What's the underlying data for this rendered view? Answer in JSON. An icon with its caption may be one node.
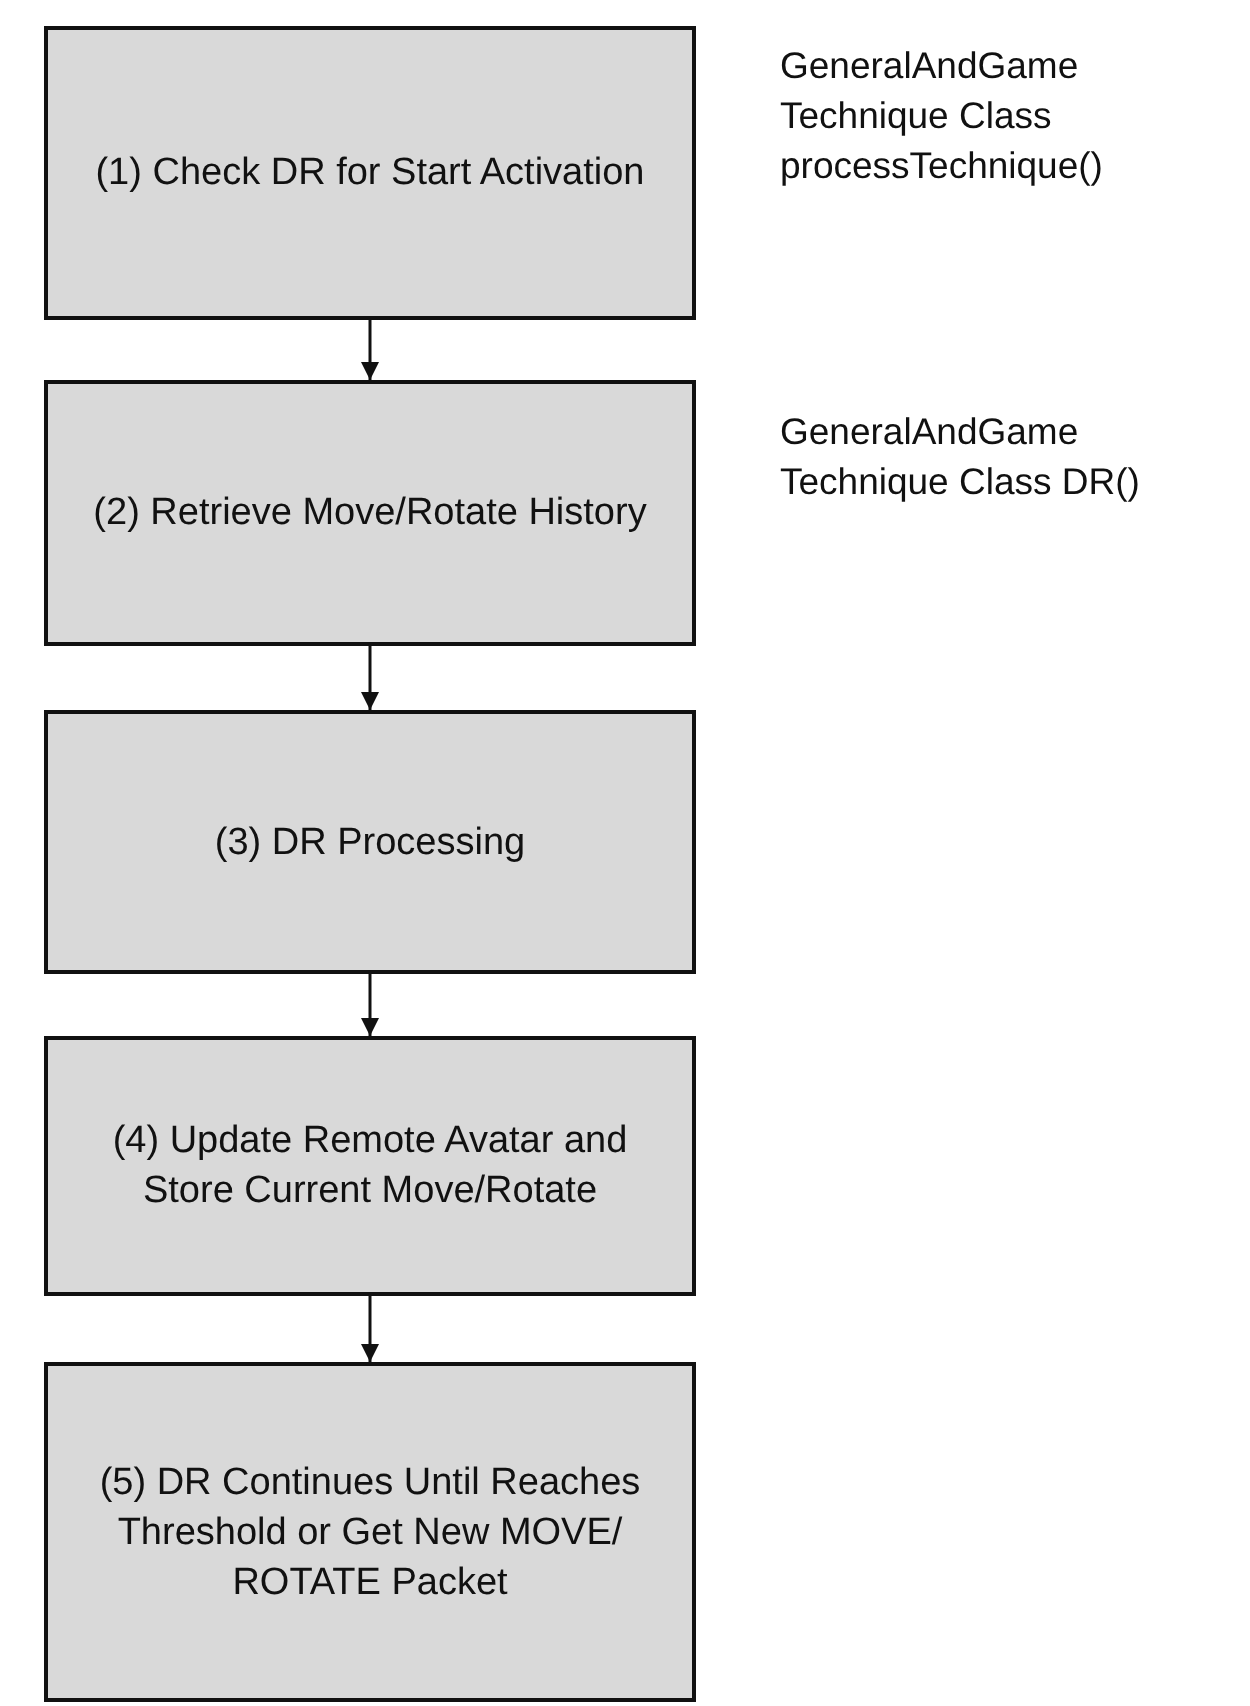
{
  "diagram": {
    "nodes": [
      {
        "text": [
          "(1) Check DR for Start Activation"
        ],
        "beside": [
          "GeneralAndGame Technique Class processTechnique()"
        ]
      },
      {
        "text": [
          "(2) Retrieve Move/Rotate History"
        ],
        "beside": [
          "GeneralAndGame Technique Class DR()"
        ]
      },
      {
        "text": [
          "(3) DR Processing"
        ]
      },
      {
        "text": [
          "(4) Update Remote Avatar and Store Current Move/Rotate"
        ]
      },
      {
        "text": [
          "(5) DR Continues Until Reaches Threshold or Get New MOVE/ ROTATE Packet"
        ]
      }
    ],
    "edges": [
      {
        "from": 0,
        "to": 1,
        "arrow": "to"
      },
      {
        "from": 1,
        "to": 2,
        "arrow": "to"
      },
      {
        "from": 2,
        "to": 3,
        "arrow": "to"
      },
      {
        "from": 3,
        "to": 4,
        "arrow": "to"
      }
    ]
  }
}
